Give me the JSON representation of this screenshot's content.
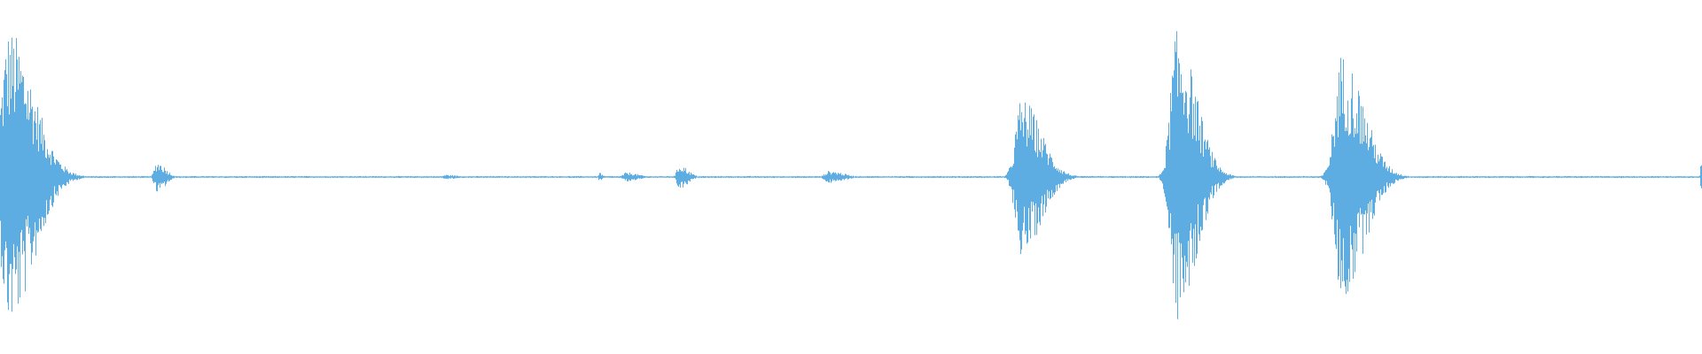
{
  "waveform": {
    "color": "#5DADE2",
    "baseline_amplitude": 0.006,
    "bursts": [
      {
        "position": 0.005,
        "amplitude": 0.93,
        "spread": 0.009
      },
      {
        "position": 0.092,
        "amplitude": 0.1,
        "spread": 0.003
      },
      {
        "position": 0.262,
        "amplitude": 0.015,
        "spread": 0.004
      },
      {
        "position": 0.352,
        "amplitude": 0.03,
        "spread": 0.001
      },
      {
        "position": 0.368,
        "amplitude": 0.03,
        "spread": 0.004
      },
      {
        "position": 0.399,
        "amplitude": 0.08,
        "spread": 0.003
      },
      {
        "position": 0.487,
        "amplitude": 0.04,
        "spread": 0.005
      },
      {
        "position": 0.6,
        "amplitude": 0.5,
        "spread": 0.007
      },
      {
        "position": 0.691,
        "amplitude": 0.92,
        "spread": 0.007
      },
      {
        "position": 0.788,
        "amplitude": 0.78,
        "spread": 0.008
      },
      {
        "position": 0.999,
        "amplitude": 0.12,
        "spread": 0.0005
      }
    ]
  }
}
